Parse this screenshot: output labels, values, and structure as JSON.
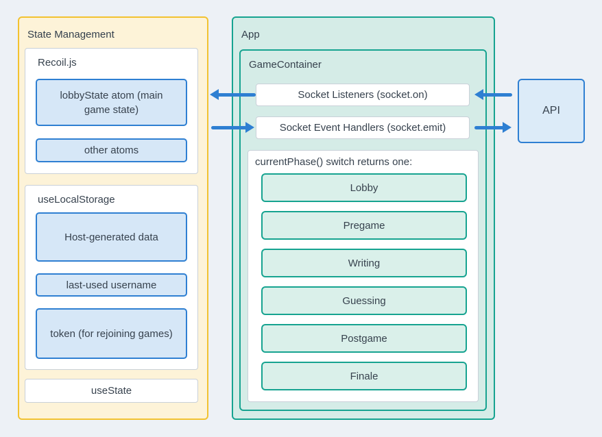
{
  "state_management": {
    "title": "State Management",
    "recoil": {
      "title": "Recoil.js",
      "items": [
        "lobbyState atom (main game state)",
        "other atoms"
      ]
    },
    "local_storage": {
      "title": "useLocalStorage",
      "items": [
        "Host-generated data",
        "last-used username",
        "token (for rejoining games)"
      ]
    },
    "use_state_label": "useState"
  },
  "app": {
    "title": "App",
    "game_container": {
      "title": "GameContainer",
      "socket_listeners_label": "Socket Listeners (socket.on)",
      "socket_handlers_label": "Socket Event Handlers (socket.emit)",
      "phase_switch": {
        "title": "currentPhase() switch returns one:",
        "phases": [
          "Lobby",
          "Pregame",
          "Writing",
          "Guessing",
          "Postgame",
          "Finale"
        ]
      }
    }
  },
  "api": {
    "label": "API"
  },
  "colors": {
    "arrow_blue": "#2e7fd2",
    "teal_border": "#16a390",
    "yellow_border": "#f2c230",
    "blue_item_fill": "#d6e7f7",
    "blue_item_border": "#2e7fd2",
    "teal_fill": "#d5ece7",
    "phase_fill": "#daf0ea",
    "cream_fill": "#fdf3d8",
    "page_background": "#edf1f6",
    "text": "#37424e"
  }
}
